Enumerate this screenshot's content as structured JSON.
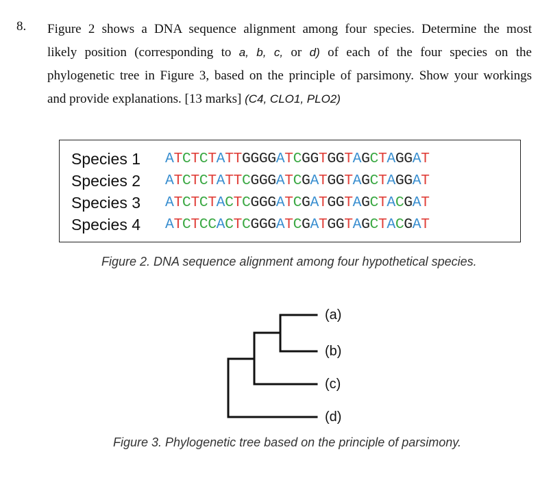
{
  "question": {
    "number": "8.",
    "lines": [
      "Figure 2 shows a DNA sequence alignment among four species. Determine the most",
      "likely position (corresponding to",
      "of each of the four species on the",
      "phylogenetic tree in Figure 3, based on the principle of parsimony. Show your workings",
      "and provide explanations. [13 marks]"
    ],
    "ref_a": "a,",
    "ref_b": "b,",
    "ref_c": "c,",
    "word_or": "or",
    "ref_d": "d)",
    "codes": "(C4, CLO1, PLO2)"
  },
  "alignment": {
    "species": [
      {
        "label": "Species 1",
        "sequence": "ATCTCTATTGGGGATCGGTGGTAGCTAGGAT"
      },
      {
        "label": "Species 2",
        "sequence": "ATCTCTATTCGGGATCGATGGTAGCTAGGAT"
      },
      {
        "label": "Species 3",
        "sequence": "ATCTCTACTCGGGATCGATGGTAGCTACGAT"
      },
      {
        "label": "Species 4",
        "sequence": "ATCTCCACTCGGGATCGATGGTAGCTACGAT"
      }
    ],
    "base_colors": {
      "A": "#3a8fd0",
      "T": "#e0403a",
      "C": "#3aa843",
      "G": "#222222"
    }
  },
  "figure2_caption": "Figure 2. DNA sequence alignment among four hypothetical species.",
  "tree": {
    "leaves": [
      "(a)",
      "(b)",
      "(c)",
      "(d)"
    ]
  },
  "figure3_caption": "Figure 3. Phylogenetic tree based on the principle of parsimony."
}
